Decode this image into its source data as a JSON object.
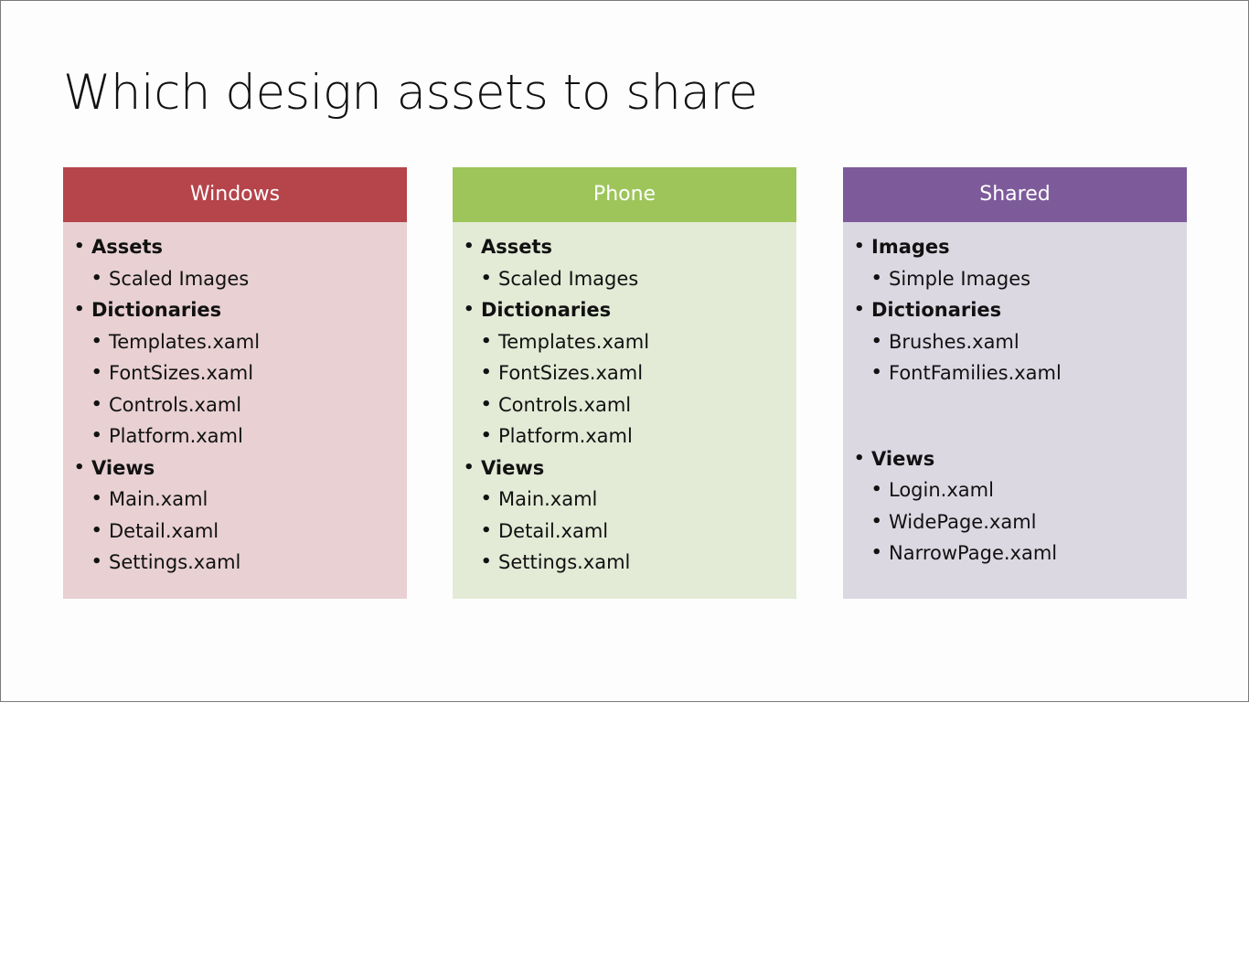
{
  "title": "Which design assets to share",
  "columns": [
    {
      "header": "Windows",
      "header_color": "#b5444b",
      "body_color": "#e8d0d3",
      "items": [
        {
          "level": 1,
          "text": "Assets"
        },
        {
          "level": 2,
          "text": "Scaled Images"
        },
        {
          "level": 1,
          "text": "Dictionaries"
        },
        {
          "level": 2,
          "text": "Templates.xaml"
        },
        {
          "level": 2,
          "text": "FontSizes.xaml"
        },
        {
          "level": 2,
          "text": "Controls.xaml"
        },
        {
          "level": 2,
          "text": "Platform.xaml"
        },
        {
          "level": 1,
          "text": "Views"
        },
        {
          "level": 2,
          "text": "Main.xaml"
        },
        {
          "level": 2,
          "text": "Detail.xaml"
        },
        {
          "level": 2,
          "text": "Settings.xaml"
        }
      ]
    },
    {
      "header": "Phone",
      "header_color": "#9dc55a",
      "body_color": "#e3ead6",
      "items": [
        {
          "level": 1,
          "text": "Assets"
        },
        {
          "level": 2,
          "text": "Scaled Images"
        },
        {
          "level": 1,
          "text": "Dictionaries"
        },
        {
          "level": 2,
          "text": "Templates.xaml"
        },
        {
          "level": 2,
          "text": "FontSizes.xaml"
        },
        {
          "level": 2,
          "text": "Controls.xaml"
        },
        {
          "level": 2,
          "text": "Platform.xaml"
        },
        {
          "level": 1,
          "text": "Views"
        },
        {
          "level": 2,
          "text": "Main.xaml"
        },
        {
          "level": 2,
          "text": "Detail.xaml"
        },
        {
          "level": 2,
          "text": "Settings.xaml"
        }
      ]
    },
    {
      "header": "Shared",
      "header_color": "#7d5b9b",
      "body_color": "#dcd8e2",
      "items": [
        {
          "level": 1,
          "text": "Images"
        },
        {
          "level": 2,
          "text": "Simple Images"
        },
        {
          "level": 1,
          "text": "Dictionaries"
        },
        {
          "level": 2,
          "text": "Brushes.xaml"
        },
        {
          "level": 2,
          "text": "FontFamilies.xaml"
        },
        {
          "level": 0,
          "text": ""
        },
        {
          "level": 1,
          "text": "Views"
        },
        {
          "level": 2,
          "text": "Login.xaml"
        },
        {
          "level": 2,
          "text": "WidePage.xaml"
        },
        {
          "level": 2,
          "text": "NarrowPage.xaml"
        }
      ]
    }
  ]
}
